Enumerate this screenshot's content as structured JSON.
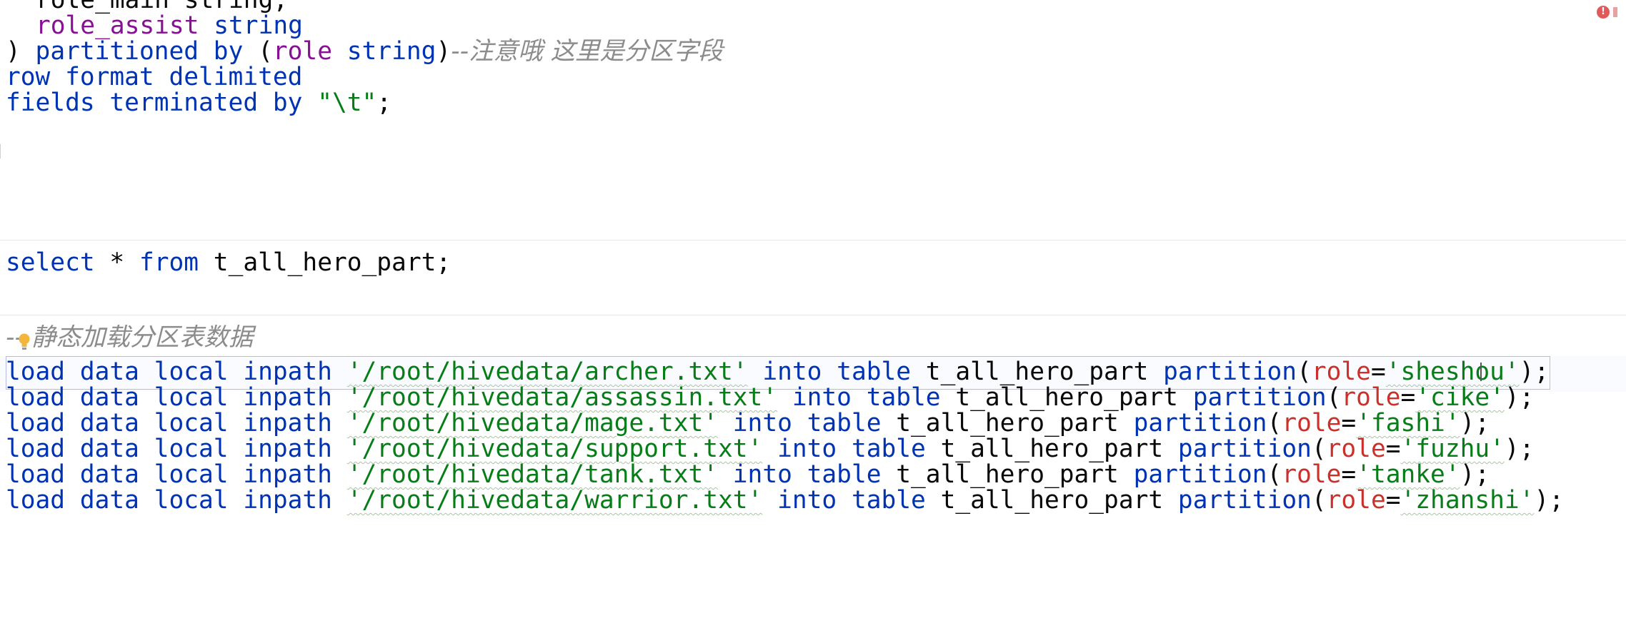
{
  "editor": {
    "lines": {
      "l0_kw": "role_main string,",
      "l1_ident": "role_assist",
      "l1_type": " string",
      "l2_a": ") ",
      "l2_b": "partitioned by",
      "l2_c": " (",
      "l2_d": "role",
      "l2_e": " string",
      "l2_f": ")",
      "l2_cmt": "--注意哦 这里是分区字段",
      "l3": "row format delimited",
      "l4_a": "fields terminated by ",
      "l4_b": "\"\\t\"",
      "l4_c": ";",
      "l5_a": "select",
      "l5_b": " * ",
      "l5_c": "from",
      "l5_d": " t_all_hero_part;",
      "l6_cmt": "-- 静态加载分区表数据"
    },
    "load_lines": [
      {
        "path": "'/root/hivedata/archer.txt'",
        "value": "'sheshou'"
      },
      {
        "path": "'/root/hivedata/assassin.txt'",
        "value": "'cike'"
      },
      {
        "path": "'/root/hivedata/mage.txt'",
        "value": "'fashi'"
      },
      {
        "path": "'/root/hivedata/support.txt'",
        "value": "'fuzhu'"
      },
      {
        "path": "'/root/hivedata/tank.txt'",
        "value": "'tanke'"
      },
      {
        "path": "'/root/hivedata/warrior.txt'",
        "value": "'zhanshi'"
      }
    ],
    "tokens": {
      "load_kw": "load data local inpath ",
      "into_kw": " into table ",
      "table": "t_all_hero_part ",
      "partition_kw": "partition",
      "open": "(",
      "role": "role",
      "eq": "=",
      "close": ");"
    },
    "inspection": {
      "error_icon": "!"
    }
  }
}
